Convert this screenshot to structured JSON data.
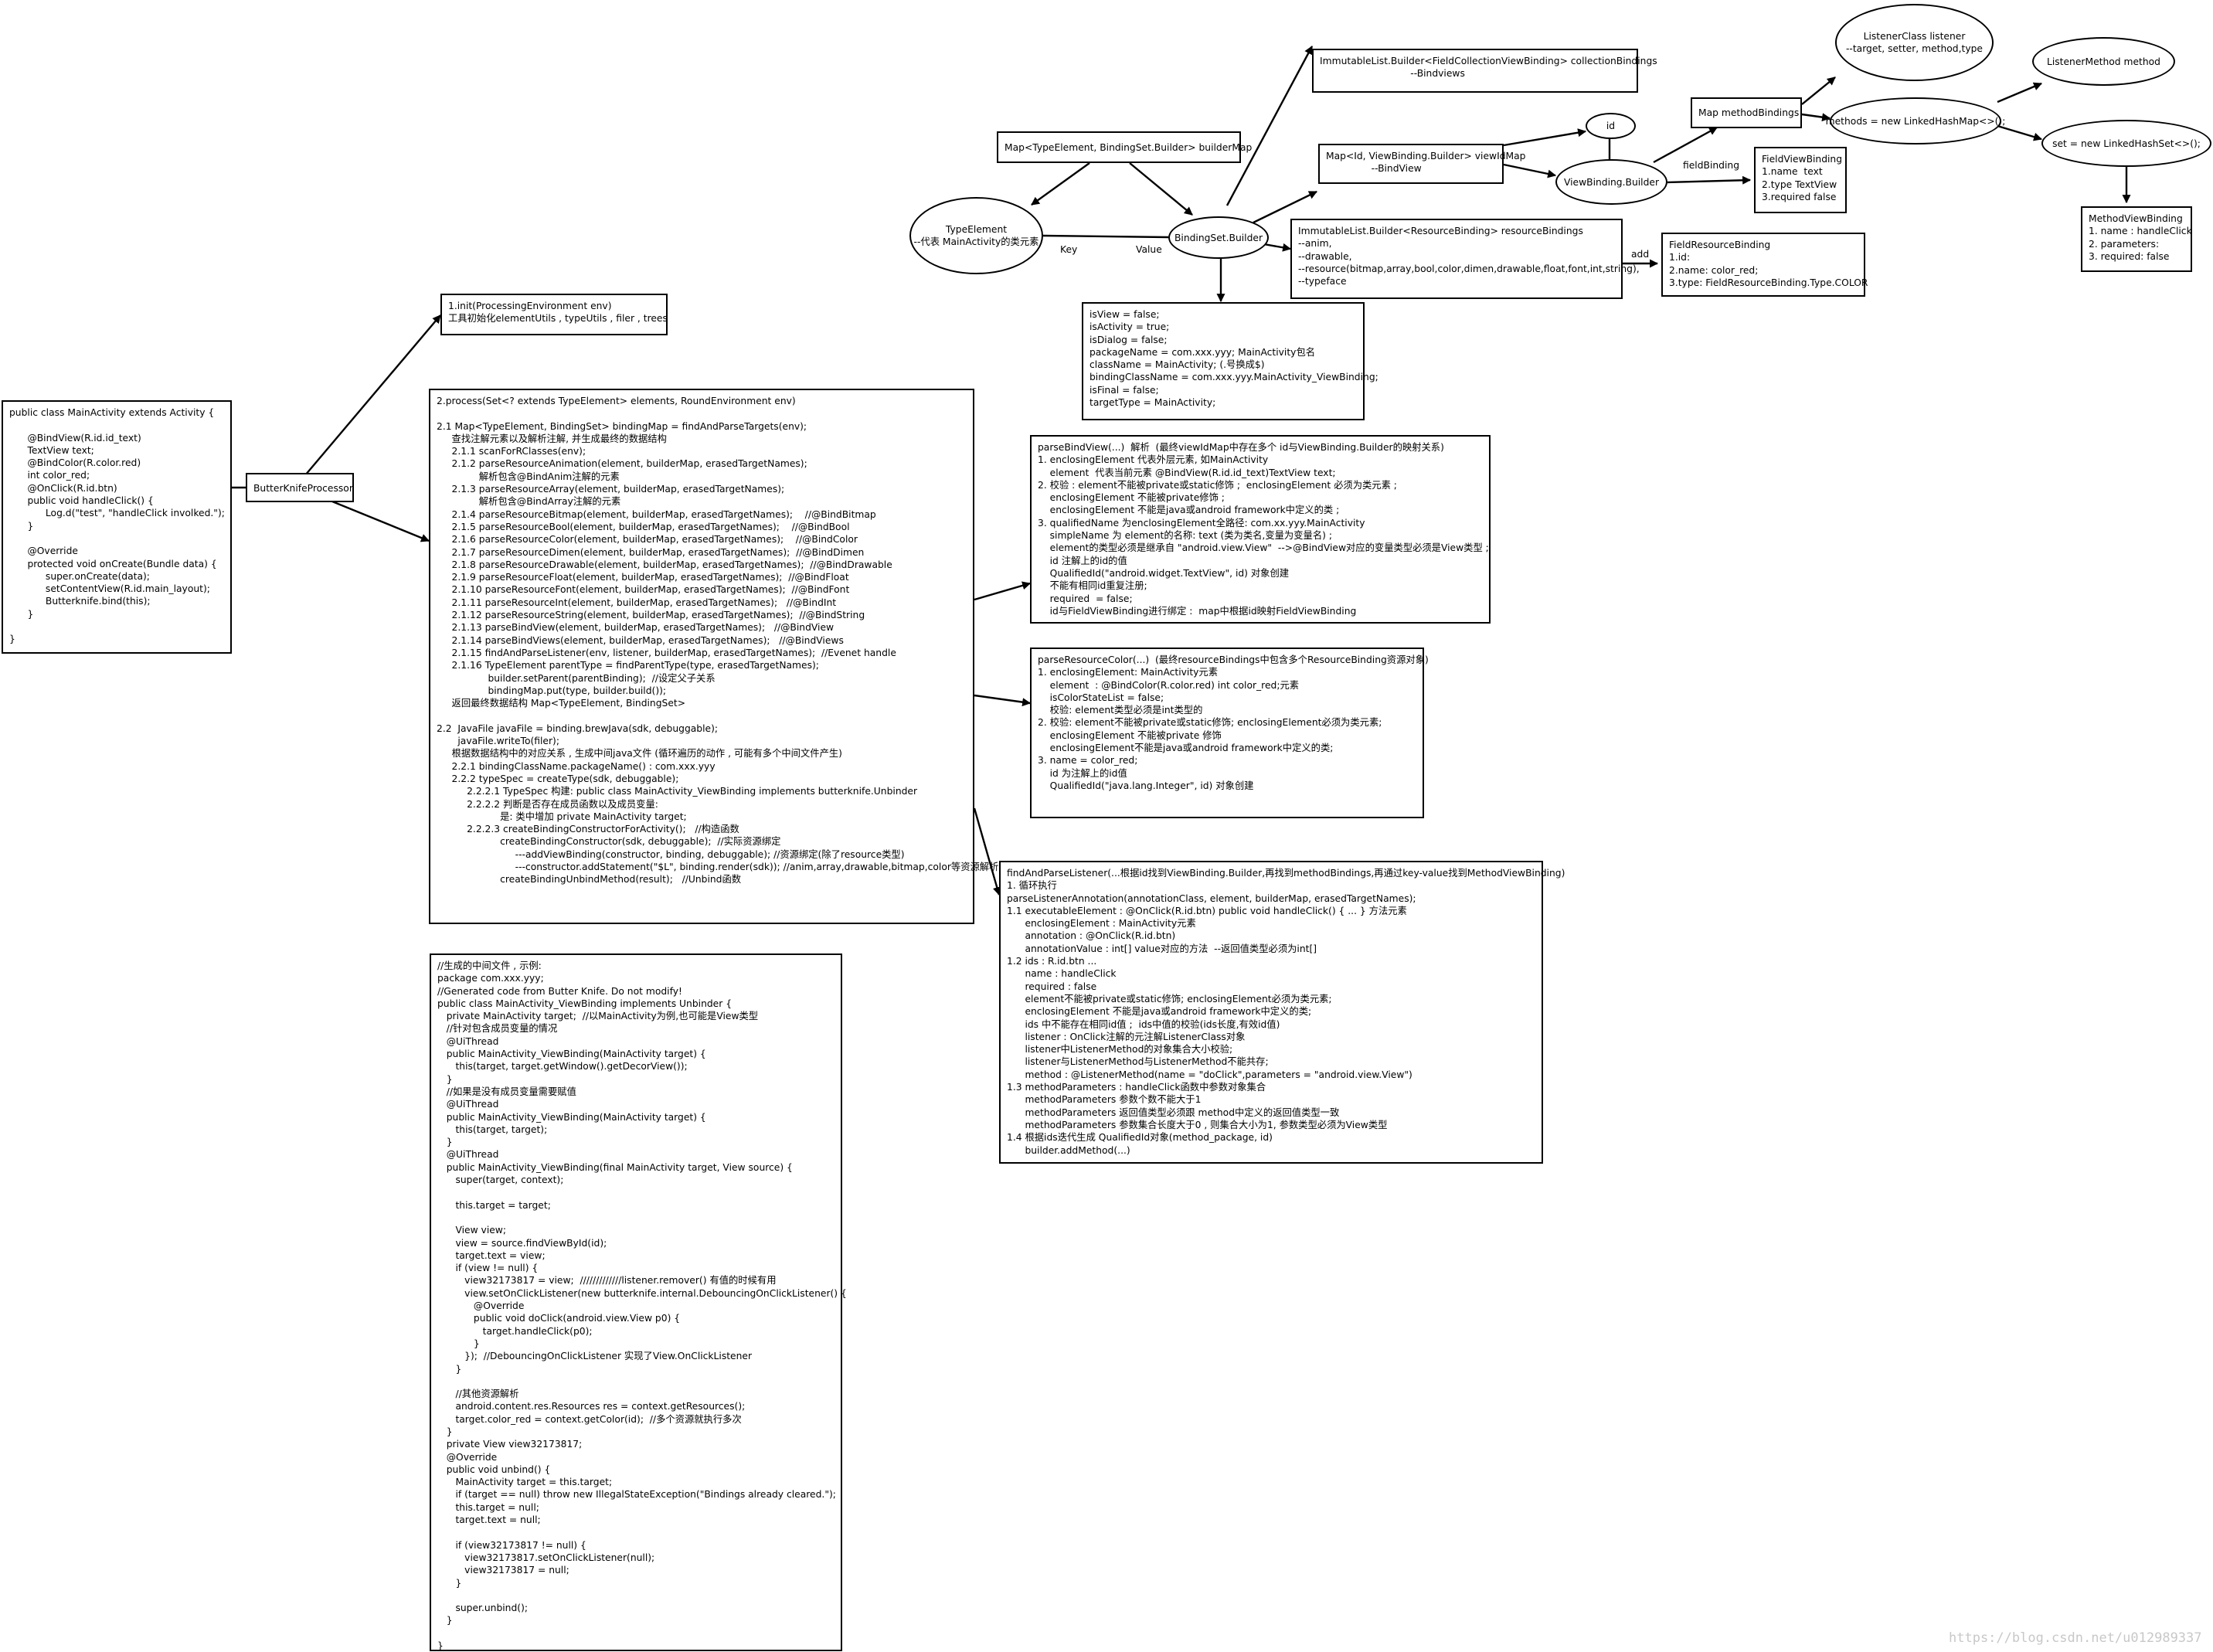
{
  "nodes": {
    "main_activity_code": "public class MainActivity extends Activity {\n\n      @BindView(R.id.id_text)\n      TextView text;\n      @BindColor(R.color.red)\n      int color_red;\n      @OnClick(R.id.btn)\n      public void handleClick() {\n            Log.d(\"test\", \"handleClick involked.\");\n      }\n\n      @Override\n      protected void onCreate(Bundle data) {\n            super.onCreate(data);\n            setContentView(R.id.main_layout);\n            Butterknife.bind(this);\n      }\n\n}",
    "butterknife_processor": "ButterKnifeProcessor",
    "init_box": "1.init(ProcessingEnvironment env)\n工具初始化elementUtils , typeUtils , filer , trees",
    "process_box": "2.process(Set<? extends TypeElement> elements, RoundEnvironment env)\n\n2.1 Map<TypeElement, BindingSet> bindingMap = findAndParseTargets(env);\n     查找注解元素以及解析注解, 并生成最终的数据结构\n     2.1.1 scanForRClasses(env);\n     2.1.2 parseResourceAnimation(element, builderMap, erasedTargetNames);\n              解析包含@BindAnim注解的元素\n     2.1.3 parseResourceArray(element, builderMap, erasedTargetNames);\n              解析包含@BindArray注解的元素\n     2.1.4 parseResourceBitmap(element, builderMap, erasedTargetNames);    //@BindBitmap\n     2.1.5 parseResourceBool(element, builderMap, erasedTargetNames);    //@BindBool\n     2.1.6 parseResourceColor(element, builderMap, erasedTargetNames);    //@BindColor\n     2.1.7 parseResourceDimen(element, builderMap, erasedTargetNames);  //@BindDimen\n     2.1.8 parseResourceDrawable(element, builderMap, erasedTargetNames);  //@BindDrawable\n     2.1.9 parseResourceFloat(element, builderMap, erasedTargetNames);  //@BindFloat\n     2.1.10 parseResourceFont(element, builderMap, erasedTargetNames);  //@BindFont\n     2.1.11 parseResourceInt(element, builderMap, erasedTargetNames);   //@BindInt\n     2.1.12 parseResourceString(element, builderMap, erasedTargetNames);  //@BindString\n     2.1.13 parseBindView(element, builderMap, erasedTargetNames);   //@BindView\n     2.1.14 parseBindViews(element, builderMap, erasedTargetNames);   //@BindViews\n     2.1.15 findAndParseListener(env, listener, builderMap, erasedTargetNames);  //Evenet handle\n     2.1.16 TypeElement parentType = findParentType(type, erasedTargetNames);\n                 builder.setParent(parentBinding);  //设定父子关系\n                 bindingMap.put(type, builder.build());\n     返回最终数据结构 Map<TypeElement, BindingSet>\n\n2.2  JavaFile javaFile = binding.brewJava(sdk, debuggable);\n       javaFile.writeTo(filer);\n     根据数据结构中的对应关系 , 生成中间java文件 (循环遍历的动作 , 可能有多个中间文件产生)\n     2.2.1 bindingClassName.packageName() : com.xxx.yyy\n     2.2.2 typeSpec = createType(sdk, debuggable);\n          2.2.2.1 TypeSpec 构建: public class MainActivity_ViewBinding implements butterknife.Unbinder\n          2.2.2.2 判断是否存在成员函数以及成员变量:\n                     是: 类中增加 private MainActivity target;\n          2.2.2.3 createBindingConstructorForActivity();   //构造函数\n                     createBindingConstructor(sdk, debuggable);  //实际资源绑定\n                          ---addViewBinding(constructor, binding, debuggable); //资源绑定(除了resource类型)\n                          ---constructor.addStatement(\"$L\", binding.render(sdk)); //anim,array,drawable,bitmap,color等资源解析\n                     createBindingUnbindMethod(result);   //Unbind函数",
    "generated_code": "//生成的中间文件 , 示例:\npackage com.xxx.yyy;\n//Generated code from Butter Knife. Do not modify!\npublic class MainActivity_ViewBinding implements Unbinder {\n   private MainActivity target;  //以MainActivity为例,也可能是View类型\n   //针对包含成员变量的情况\n   @UiThread\n   public MainActivity_ViewBinding(MainActivity target) {\n      this(target, target.getWindow().getDecorView());\n   }\n   //如果是没有成员变量需要赋值\n   @UiThread\n   public MainActivity_ViewBinding(MainActivity target) {\n      this(target, target);\n   }\n   @UiThread\n   public MainActivity_ViewBinding(final MainActivity target, View source) {\n      super(target, context);\n\n      this.target = target;\n\n      View view;\n      view = source.findViewById(id);\n      target.text = view;\n      if (view != null) {\n         view32173817 = view;  /////////////listener.remover() 有值的时候有用\n         view.setOnClickListener(new butterknife.internal.DebouncingOnClickListener() {\n            @Override\n            public void doClick(android.view.View p0) {\n               target.handleClick(p0);\n            }\n         });  //DebouncingOnClickListener 实现了View.OnClickListener\n      }\n\n      //其他资源解析\n      android.content.res.Resources res = context.getResources();\n      target.color_red = context.getColor(id);  //多个资源就执行多次\n   }\n   private View view32173817;\n   @Override\n   public void unbind() {\n      MainActivity target = this.target;\n      if (target == null) throw new IllegalStateException(\"Bindings already cleared.\");\n      this.target = null;\n      target.text = null;\n\n      if (view32173817 != null) {\n         view32173817.setOnClickListener(null);\n         view32173817 = null;\n      }\n\n      super.unbind();\n   }\n\n}",
    "parse_bind_view": "parseBindView(...)  解析  (最终viewIdMap中存在多个 id与ViewBinding.Builder的映射关系)\n1. enclosingElement 代表外层元素, 如MainActivity\n    element  代表当前元素 @BindView(R.id.id_text)TextView text;\n2. 校验 : element不能被private或static修饰 ;  enclosingElement 必须为类元素 ;\n    enclosingElement 不能被private修饰 ;\n    enclosingElement 不能是java或android framework中定义的类 ;\n3. qualifiedName 为enclosingElement全路径: com.xx.yyy.MainActivity\n    simpleName 为 element的名称: text (类为类名,变量为变量名) ;\n    element的类型必须是继承自 \"android.view.View\"  -->@BindView对应的变量类型必须是View类型 ;\n    id 注解上的id的值\n    QualifiedId(\"android.widget.TextView\", id) 对象创建\n    不能有相同id重复注册;\n    required  = false;\n    id与FieldViewBinding进行绑定 :  map中根据id映射FieldViewBinding",
    "parse_resource_color": "parseResourceColor(...)  (最终resourceBindings中包含多个ResourceBinding资源对象)\n1. enclosingElement: MainActivity元素\n    element  : @BindColor(R.color.red) int color_red;元素\n    isColorStateList = false;\n    校验: element类型必须是int类型的\n2. 校验: element不能被private或static修饰; enclosingElement必须为类元素;\n    enclosingElement 不能被private 修饰\n    enclosingElement不能是java或android framework中定义的类;\n3. name = color_red;\n    id 为注解上的id值\n    QualifiedId(\"java.lang.Integer\", id) 对象创建",
    "find_and_parse_listener": "findAndParseListener(...根据id找到ViewBinding.Builder,再找到methodBindings,再通过key-value找到MethodViewBinding)\n1. 循环执行\nparseListenerAnnotation(annotationClass, element, builderMap, erasedTargetNames);\n1.1 executableElement : @OnClick(R.id.btn) public void handleClick() { ... } 方法元素\n      enclosingElement : MainActivity元素\n      annotation : @OnClick(R.id.btn)\n      annotationValue : int[] value对应的方法  --返回值类型必须为int[]\n1.2 ids : R.id.btn ...\n      name : handleClick\n      required : false\n      element不能被private或static修饰; enclosingElement必须为类元素;\n      enclosingElement 不能是java或android framework中定义的类;\n      ids 中不能存在相同id值 ;  ids中值的校验(ids长度,有效id值)\n      listener : OnClick注解的元注解ListenerClass对象\n      listener中ListenerMethod的对象集合大小校验;\n      listener与ListenerMethod与ListenerMethod不能共存;\n      method : @ListenerMethod(name = \"doClick\",parameters = \"android.view.View\")\n1.3 methodParameters : handleClick函数中参数对象集合\n      methodParameters 参数个数不能大于1\n      methodParameters 返回值类型必须跟 method中定义的返回值类型一致\n      methodParameters 参数集合长度大于0 , 则集合大小为1, 参数类型必须为View类型\n1.4 根据ids迭代生成 QualifiedId对象(method_package, id)\n      builder.addMethod(...)",
    "map_builder_map": "Map<TypeElement, BindingSet.Builder> builderMap",
    "type_element": "TypeElement\n--代表 MainActivity的类元素",
    "binding_set_builder": "BindingSet.Builder",
    "binding_set_fields": "isView = false;\nisActivity = true;\nisDialog = false;\npackageName = com.xxx.yyy; MainActivity包名\nclassName = MainActivity; (.号换成$)\nbindingClassName = com.xxx.yyy.MainActivity_ViewBinding;\nisFinal = false;\ntargetType = MainActivity;",
    "collection_bindings": "ImmutableList.Builder<FieldCollectionViewBinding> collectionBindings\n                              --Bindviews",
    "view_id_map": "Map<Id, ViewBinding.Builder> viewIdMap\n               --BindView",
    "resource_bindings": "ImmutableList.Builder<ResourceBinding> resourceBindings\n--anim,\n--drawable,\n--resource(bitmap,array,bool,color,dimen,drawable,float,font,int,string),\n--typeface",
    "field_resource_binding": "FieldResourceBinding\n1.id:\n2.name: color_red;\n3.type: FieldResourceBinding.Type.COLOR",
    "id_node": "id",
    "view_binding_builder": "ViewBinding.Builder",
    "field_view_binding": "FieldViewBinding\n1.name  text\n2.type TextView\n3.required false",
    "map_method_bindings": "Map methodBindings",
    "listener_class": "ListenerClass listener\n--target, setter, method,type",
    "listener_method": "ListenerMethod method",
    "methods_map": "methods = new LinkedHashMap<>();",
    "set_node": "set = new LinkedHashSet<>();",
    "method_view_binding": "MethodViewBinding\n1. name : handleClick\n2. parameters:\n3. required: false"
  },
  "edge_labels": {
    "key": "Key",
    "value": "Value",
    "add": "add",
    "field_binding": "fieldBinding"
  },
  "watermark": "https://blog.csdn.net/u012989337"
}
